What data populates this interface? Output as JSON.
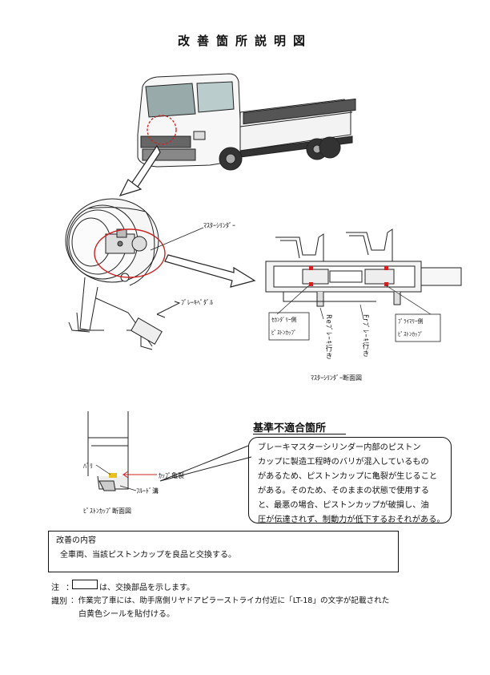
{
  "title": "改善箇所説明図",
  "diagram_labels": {
    "master_cylinder": "ﾏｽﾀｰｼﾘﾝﾀﾞｰ",
    "brake_pedal": "ﾌﾞﾚｰｷﾍﾟﾀﾞﾙ",
    "secondary_cup": [
      "ｾｶﾝﾀﾞﾘｰ側",
      "ﾋﾟｽﾄﾝｶｯﾌﾟ"
    ],
    "primary_cup": [
      "ﾌﾟﾗｲﾏﾘｰ側",
      "ﾋﾟｽﾄﾝｶｯﾌﾟ"
    ],
    "re_brake": "Reﾌﾞﾚｰｷ行き",
    "fr_brake": "Frﾌﾞﾚｰｷ行き",
    "master_section": "ﾏｽﾀｰｼﾘﾝﾀﾞｰ断面図",
    "burr": "ﾊﾞﾘ",
    "cup_crack": "ｶｯﾌﾟ亀裂",
    "flute_groove": "ﾌﾙｰﾄﾞ溝",
    "cup_section": "ﾋﾟｽﾄﾝｶｯﾌﾟ断面図"
  },
  "nonconformity": {
    "title": "基準不適合箇所",
    "lines": [
      "ブレーキマスターシリンダー内部のピストン",
      "カップに製造工程時のバリが混入しているもの",
      "があるため、ピストンカップに亀裂が生じること",
      "がある。そのため、そのままの状態で使用する",
      "と、最悪の場合、ピストンカップが破損し、油",
      "圧が伝達されず、制動力が低下するおそれがある。"
    ]
  },
  "improvement": {
    "heading": "改善の内容",
    "text": "全車両、当該ピストンカップを良品と交換する。"
  },
  "notes": {
    "note_label": "注",
    "note_colon": "：",
    "note_text": "は、交換部品を示します。",
    "id_label": "識別",
    "id_text_1": "：作業完了車には、助手席側リヤドアピラーストライカ付近に「LT-18」の文字が記載された",
    "id_text_2": "白黄色シールを貼付ける。"
  },
  "colors": {
    "highlight": "#cc2222",
    "burr": "#e8c020",
    "ink": "#111111"
  }
}
